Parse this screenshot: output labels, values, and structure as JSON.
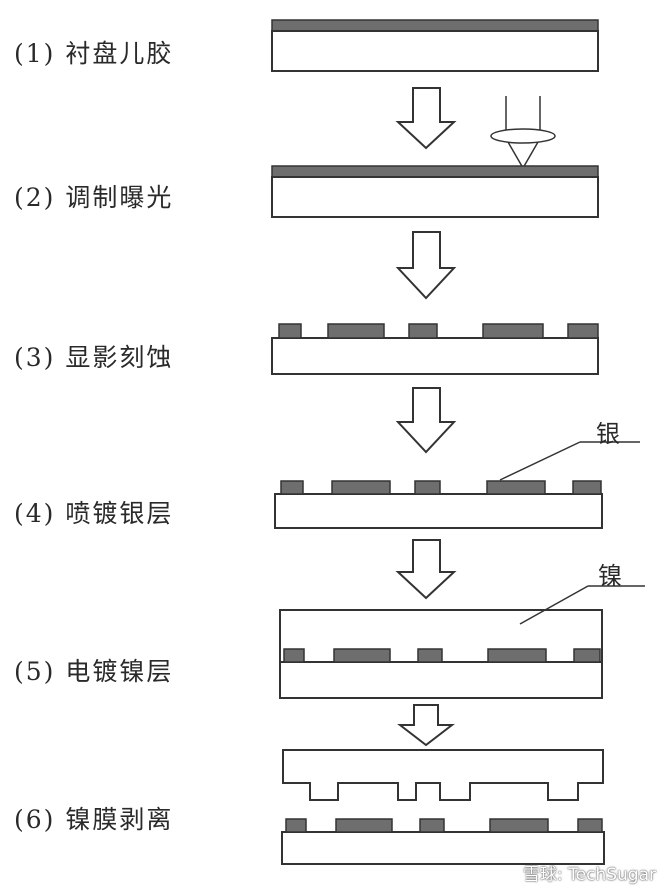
{
  "steps": [
    {
      "label": "(1) 衬盘儿胶"
    },
    {
      "label": "(2) 调制曝光"
    },
    {
      "label": "(3) 显影刻蚀"
    },
    {
      "label": "(4) 喷镀银层"
    },
    {
      "label": "(5) 电镀镍层"
    },
    {
      "label": "(6) 镍膜剥离"
    }
  ],
  "callouts": {
    "silver": "银",
    "nickel": "镍"
  },
  "watermark": "雪球: TechSugar",
  "colors": {
    "photoresist": "#6e6e6e",
    "line": "#333333"
  }
}
